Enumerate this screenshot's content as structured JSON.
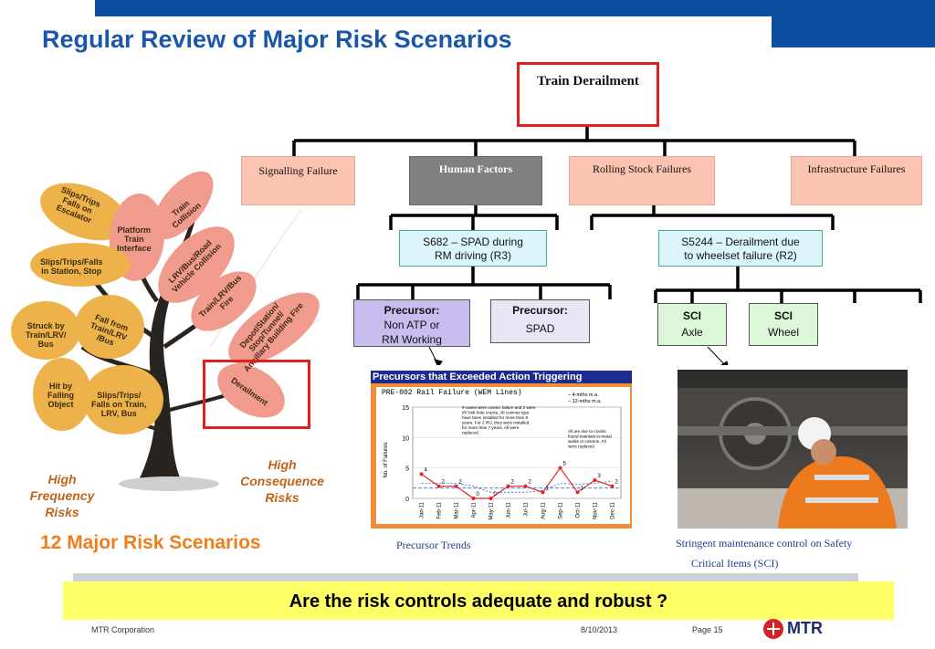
{
  "slide": {
    "title": "Regular Review of Major Risk Scenarios",
    "root": "Train Derailment",
    "categories": [
      "Signalling Failure",
      "Human  Factors",
      "Rolling Stock Failures",
      "Infrastructure Failures"
    ],
    "events": {
      "left": [
        "S682 – SPAD during",
        "RM driving (R3)"
      ],
      "right": [
        "S5244 – Derailment due",
        "to wheelset failure (R2)"
      ]
    },
    "precursors": [
      {
        "label": "Precursor:",
        "line1": "Non ATP or",
        "line2": "RM Working"
      },
      {
        "label": "Precursor:",
        "line1": "SPAD",
        "line2": ""
      }
    ],
    "sci": [
      {
        "label": "SCI",
        "item": "Axle"
      },
      {
        "label": "SCI",
        "item": "Wheel"
      }
    ],
    "tree": {
      "leaves": [
        "Slips/Trips\nFalls on\nEscalator",
        "Platform\nTrain\nInterface",
        "Train\nCollision",
        "Slips/Trips/Falls\nin Station, Stop",
        "LRV/Bus/Road\nVehicle Collision",
        "Train/LRV/Bus\nFire",
        "Struck by\nTrain/LRV/\nBus",
        "Fall from\nTrain/LRV\n/Bus",
        "Depot/Station/\nStop/Tunnel/\nAncillary Building Fire",
        "Hit by\nFalling\nObject",
        "Slips/Trips/\nFalls on Train,\nLRV, Bus",
        "Derailment"
      ],
      "high_frequency": [
        "High",
        "Frequency",
        "Risks"
      ],
      "high_consequence": [
        "High",
        "Consequence",
        "Risks"
      ],
      "scenarios_label": "12 Major Risk Scenarios"
    },
    "chart_caption": "Precursor Trends",
    "photo_caption": [
      "Stringent maintenance control on Safety",
      "Critical Items (SCI)"
    ],
    "banner": "Are the risk controls adequate and robust ?",
    "footer": {
      "company": "MTR Corporation",
      "date": "8/10/2013",
      "page": "Page 15",
      "logo": "MTR"
    },
    "colors": {
      "title": "#1b57a8",
      "root_border": "#e02020",
      "category": "#fbc3b2",
      "human_factors": "#808080",
      "event": "#dcf5fb",
      "precursor": "#c9bdf0",
      "sci": "#dcf7d8",
      "banner": "#ffff66",
      "leaf_orange": "#eeb24a",
      "leaf_pink": "#f19b8e"
    }
  },
  "chart_data": {
    "type": "line",
    "title": "Precursors that Exceeded Action Triggering",
    "subtitle": "PRE-002 Rail Failure (WEM Lines)",
    "ylabel": "No. of Failures",
    "ylim": [
      0,
      15
    ],
    "yticks": [
      0,
      5,
      10,
      15
    ],
    "categories": [
      "Jan-11",
      "Feb-11",
      "Mar-11",
      "Apr-11",
      "May-11",
      "Jun-11",
      "Jul-11",
      "Aug-11",
      "Sep-11",
      "Oct-11",
      "Nov-11",
      "Dec-11"
    ],
    "series": [
      {
        "name": "",
        "values": [
          4,
          2,
          2,
          0,
          0,
          2,
          2,
          1,
          5,
          1,
          3,
          2
        ]
      }
    ],
    "reference_lines": [
      {
        "name": "4-mths m.a.",
        "values": [
          2.5,
          2.5,
          2.5,
          2.0,
          1.0,
          1.0,
          1.0,
          1.3,
          2.5,
          2.3,
          2.5,
          2.8
        ]
      },
      {
        "name": "12-mths m.a.",
        "value": 1.7
      }
    ],
    "annotations": [
      "9 cases were cosmic failure and 2 were IR/ bolt hole cracks. All cosmos type have been installed for more than 8 years. For 2 IRJ, they were installed for more than 7 years. All were replaced.",
      "All are due to cracks found maintain in-metal welds or cosmos. All were replaced."
    ],
    "legend": "top-right"
  }
}
